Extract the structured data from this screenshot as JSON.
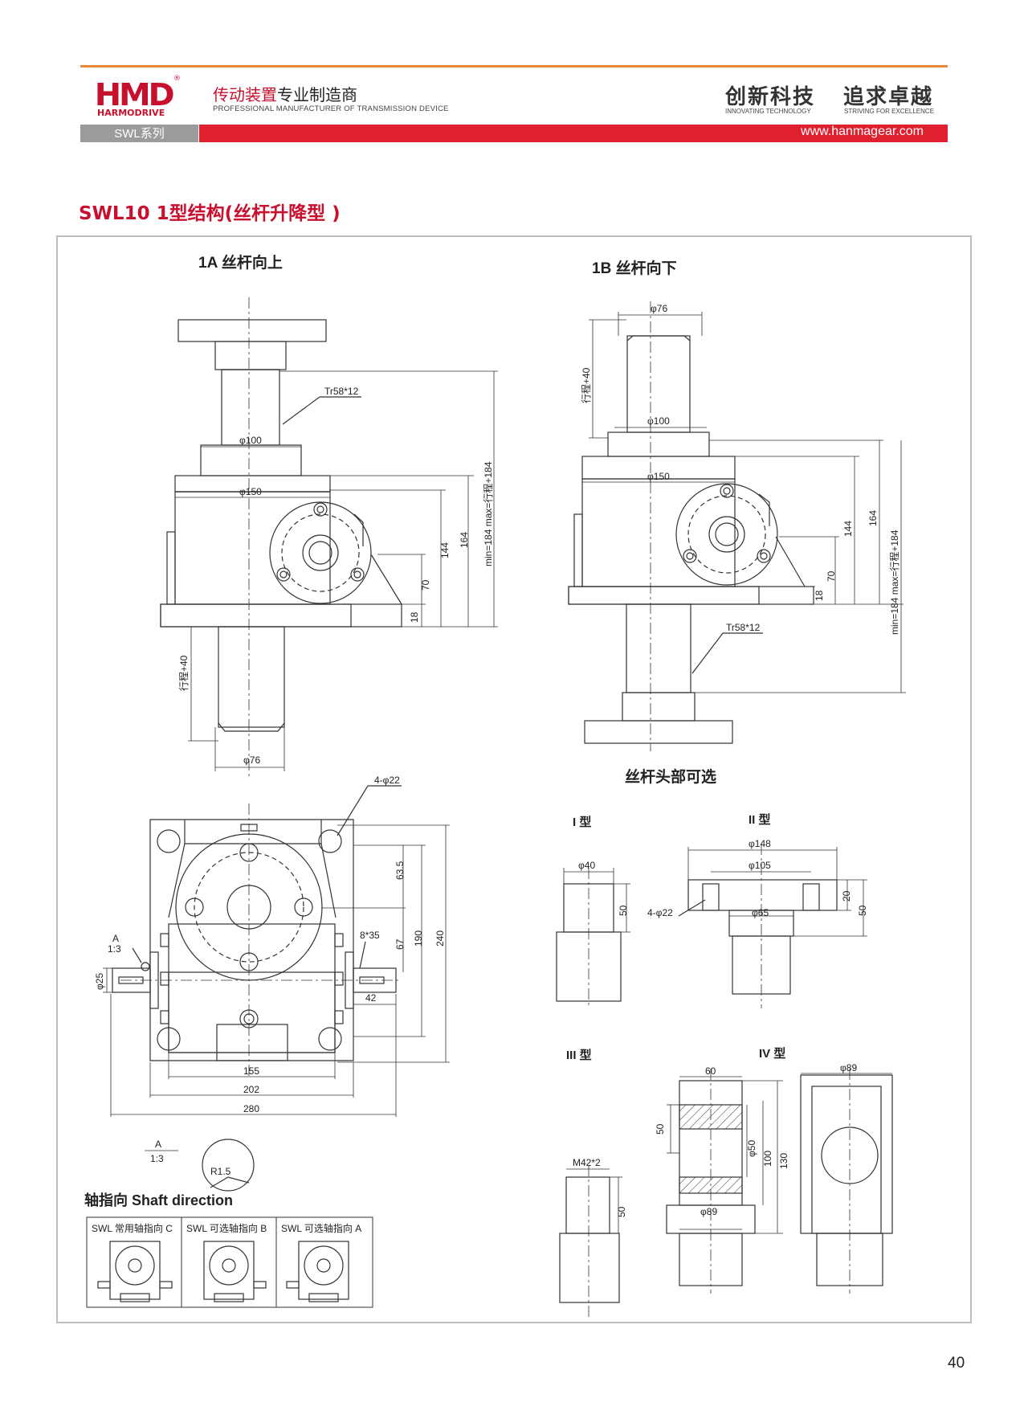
{
  "header": {
    "logo_text": "HMD",
    "logo_sub": "HARMODRIVE",
    "registered": "®",
    "slogan_red": "传动装置",
    "slogan_black": "专业制造商",
    "slogan_en": "PROFESSIONAL MANUFACTURER OF TRANSMISSION DEVICE",
    "motto_1": "创新科技",
    "motto_1_en": "INNOVATING TECHNOLOGY",
    "motto_2": "追求卓越",
    "motto_2_en": "STRIVING FOR EXCELLENCE",
    "series": "SWL系列",
    "website": "www.hanmagear.com"
  },
  "section_title": "SWL10 1型结构(丝杆升降型 )",
  "views": {
    "view_1a": {
      "title": "1A 丝杆向上",
      "thread": "Tr58*12",
      "d100": "φ100",
      "d150": "φ150",
      "d76": "φ76",
      "stroke": "行程+40",
      "dim_18": "18",
      "dim_70": "70",
      "dim_144": "144",
      "dim_164": "164",
      "min_max": "min=184 max=行程+184"
    },
    "view_1b": {
      "title": "1B 丝杆向下",
      "thread": "Tr58*12",
      "d76": "φ76",
      "d100": "φ100",
      "d150": "φ150",
      "stroke": "行程+40",
      "dim_18": "18",
      "dim_70": "70",
      "dim_144": "144",
      "dim_164": "164",
      "min_max": "min=184 max=行程+184"
    },
    "plan_view": {
      "holes": "4-φ22",
      "key": "8*35",
      "d25": "φ25",
      "dim_42": "42",
      "dim_63_5": "63.5",
      "dim_67": "67",
      "dim_190": "190",
      "dim_240": "240",
      "dim_155": "155",
      "dim_202": "202",
      "dim_280": "280",
      "section_a": "A",
      "scale": "1:3",
      "radius": "R1.5"
    },
    "heads": {
      "title": "丝杆头部可选",
      "type_1": "I 型",
      "type_2": "II 型",
      "type_3": "III 型",
      "type_4": "IV 型",
      "t1_d40": "φ40",
      "t1_50": "50",
      "t2_d148": "φ148",
      "t2_d105": "φ105",
      "t2_d65": "φ65",
      "t2_holes": "4-φ22",
      "t2_20": "20",
      "t2_50": "50",
      "t3_thread": "M42*2",
      "t3_50": "50",
      "t4_60": "60",
      "t4_50": "50",
      "t4_d50": "φ50",
      "t4_100": "100",
      "t4_130": "130",
      "t4_d89_bottom": "φ89",
      "t4_d89_top": "φ89"
    }
  },
  "shaft_direction": {
    "title": "轴指向  Shaft direction",
    "options": [
      {
        "label": "SWL 常用轴指向 C"
      },
      {
        "label": "SWL 可选轴指向 B"
      },
      {
        "label": "SWL 可选轴指向 A"
      }
    ]
  },
  "page_number": "40"
}
